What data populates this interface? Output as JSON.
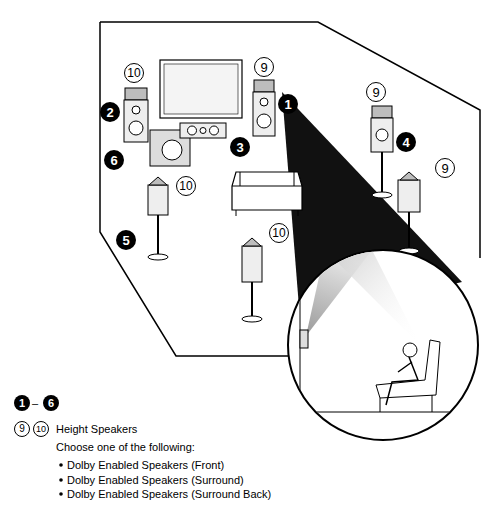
{
  "diagram": {
    "labels": [
      "9",
      "10",
      "2",
      "1",
      "9",
      "3",
      "4",
      "6",
      "9",
      "10",
      "10",
      "5",
      "1",
      "–",
      "6",
      "9",
      "10",
      "Height Speakers",
      "Choose one of the following:",
      "Dolby Enabled Speakers (Front)",
      "Dolby Enabled Speakers (Surround)",
      "Dolby Enabled Speakers (Surround Back)"
    ]
  }
}
